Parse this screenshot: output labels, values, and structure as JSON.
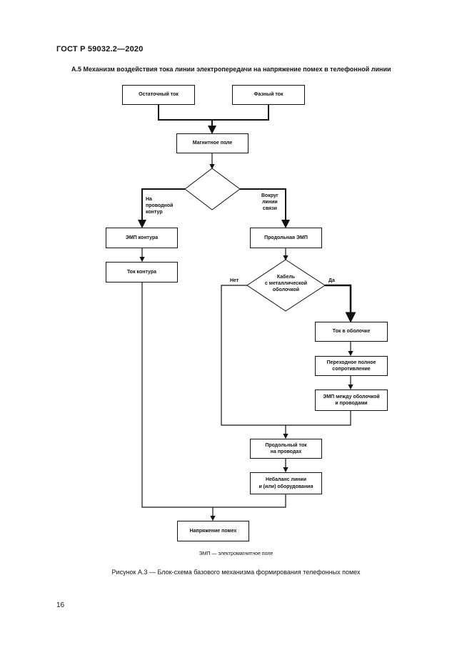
{
  "header": {
    "doc_code": "ГОСТ Р 59032.2—2020",
    "section_title": "А.5 Механизм воздействия тока линии электропередачи на напряжение помех в телефонной линии"
  },
  "flowchart": {
    "residual_current": "Остаточный ток",
    "phase_current": "Фазный ток",
    "magnetic_field": "Магнитное поле",
    "branch_circuit": [
      "На",
      "проводной",
      "контур"
    ],
    "branch_around": [
      "Вокруг",
      "линии",
      "связи"
    ],
    "emf_circuit": "ЭМП контура",
    "circuit_current": "Ток контура",
    "longitudinal_emf": "Продольная ЭМП",
    "decision_sheath": [
      "Кабель",
      "с металлической",
      "оболочкой"
    ],
    "no": "Нет",
    "yes": "Да",
    "sheath_current": "Ток в оболочке",
    "transfer_impedance": [
      "Переходное полное",
      "сопротивление"
    ],
    "emf_between": [
      "ЭМП между оболочкой",
      "и проводами"
    ],
    "longitudinal_current": [
      "Продольный ток",
      "на проводах"
    ],
    "unbalance": [
      "Небаланс линии",
      "и (или) оборудования"
    ],
    "interference_voltage": "Напряжение помех"
  },
  "legend": "ЭМП — электромагнитное поле",
  "caption": "Рисунок А.3 — Блок-схема базового механизма формирования телефонных помех",
  "page_number": "16"
}
